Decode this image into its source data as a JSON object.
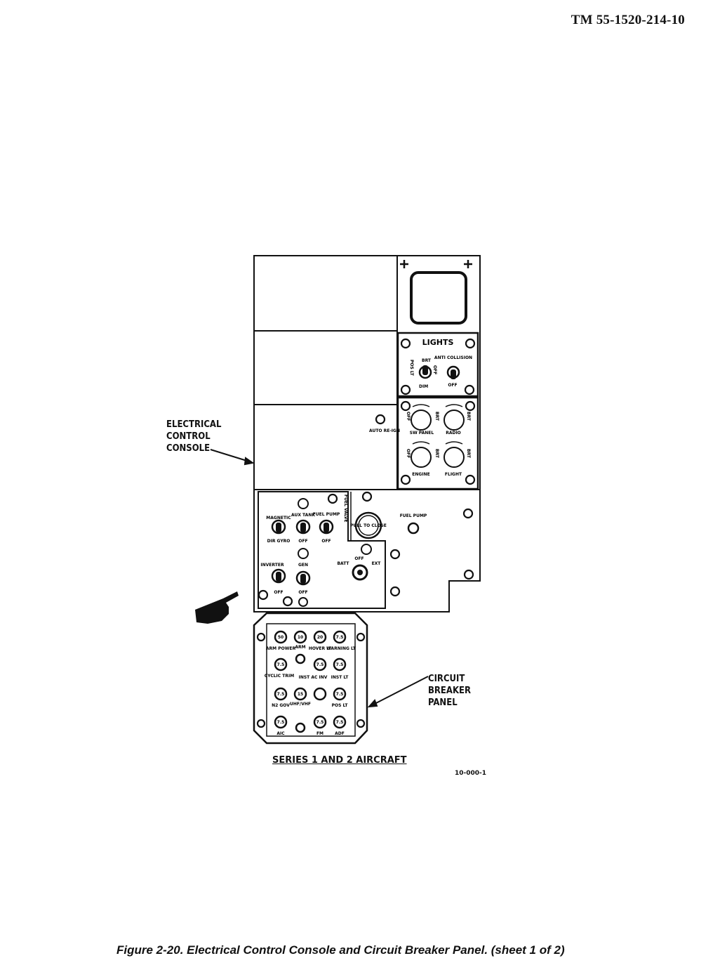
{
  "header": {
    "doc_number": "TM 55-1520-214-10"
  },
  "callouts": {
    "electrical_console": "ELECTRICAL\nCONTROL\nCONSOLE",
    "circuit_breaker": "CIRCUIT\nBREAKER\nPANEL"
  },
  "lights_panel": {
    "title": "LIGHTS",
    "pos_lt": "POS LT",
    "brt": "BRT",
    "dim": "DIM",
    "off": "OFF",
    "anti_collision": "ANTI COLLISION",
    "anti_off": "OFF",
    "off_vert": "OFF",
    "brt_vert": "BRT",
    "knobs": [
      "SW PANEL",
      "RADIO",
      "ENGINE",
      "FLIGHT"
    ]
  },
  "auto_reign": "AUTO RE-IGN",
  "switch_panel": {
    "magnetic": "MAGNETIC",
    "dir_gyro": "DIR GYRO",
    "aux_tank": "AUX TANK",
    "aux_off": "OFF",
    "fuel_pump": "FUEL PUMP",
    "fuel_off": "OFF",
    "fuel_valve": "FUEL VALVE",
    "pull_to_close": "PULL TO CLOSE",
    "fuel_pump_right": "FUEL PUMP",
    "inverter": "INVERTER",
    "inverter_off": "OFF",
    "gen": "GEN",
    "gen_off": "OFF",
    "batt": "BATT",
    "off": "OFF",
    "ext": "EXT"
  },
  "breaker_panel": {
    "rows": [
      {
        "amps": [
          "50",
          "10",
          "20",
          "7.5"
        ],
        "labels": [
          "ARM POWER",
          "ARM",
          "HOVER LT",
          "WARNING LT"
        ]
      },
      {
        "amps": [
          "7.5",
          "",
          "7.5",
          "7.5"
        ],
        "labels": [
          "CYCLIC TRIM",
          "INST AC INV",
          "",
          "INST LT"
        ]
      },
      {
        "amps": [
          "7.5",
          "15",
          "",
          "7.5"
        ],
        "labels": [
          "N2 GOV",
          "UHF/VHF",
          "",
          "POS LT"
        ]
      },
      {
        "amps": [
          "7.5",
          "",
          "7.5",
          "7.5"
        ],
        "labels": [
          "AIC",
          "",
          "FM",
          "ADF"
        ]
      }
    ]
  },
  "series_label": "SERIES 1 AND 2 AIRCRAFT",
  "figure_number": "10-000-1",
  "caption": "Figure 2-20. Electrical Control Console and Circuit Breaker Panel. (sheet 1 of 2)"
}
